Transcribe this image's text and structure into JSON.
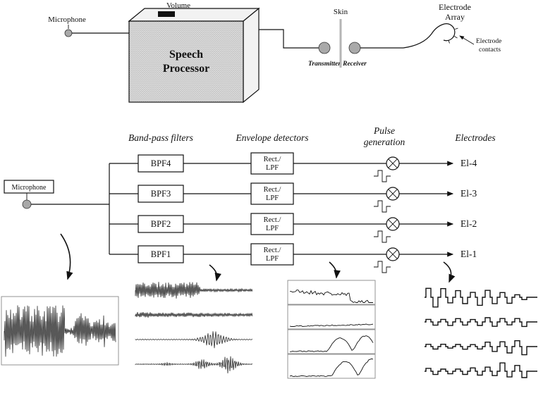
{
  "figure": {
    "top": {
      "microphone_label": "Microphone",
      "volume_label": "Volume",
      "processor_line1": "Speech",
      "processor_line2": "Processor",
      "skin_label": "Skin",
      "transmitter_label": "Transmitter",
      "receiver_label": "Receiver",
      "array_line1": "Electrode",
      "array_line2": "Array",
      "contacts_line1": "Electrode",
      "contacts_line2": "contacts"
    },
    "block": {
      "header_bandpass": "Band-pass filters",
      "header_envelope": "Envelope detectors",
      "header_pulse_line1": "Pulse",
      "header_pulse_line2": "generation",
      "header_electrodes": "Electrodes",
      "microphone_label": "Microphone",
      "rows": [
        {
          "bpf": "BPF4",
          "rect1": "Rect./",
          "rect2": "LPF",
          "electrode": "El-4"
        },
        {
          "bpf": "BPF3",
          "rect1": "Rect./",
          "rect2": "LPF",
          "electrode": "El-3"
        },
        {
          "bpf": "BPF2",
          "rect1": "Rect./",
          "rect2": "LPF",
          "electrode": "El-2"
        },
        {
          "bpf": "BPF1",
          "rect1": "Rect./",
          "rect2": "LPF",
          "electrode": "El-1"
        }
      ]
    },
    "colors": {
      "ink": "#111111",
      "node_fill": "#a9a9a9",
      "skin_line": "#b5b5b5"
    }
  }
}
